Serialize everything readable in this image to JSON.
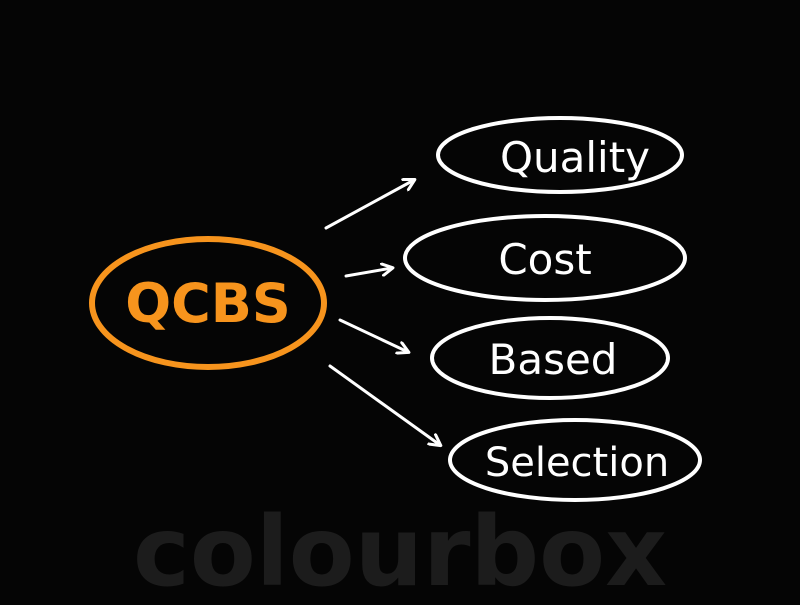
{
  "center": {
    "label": "QCBS",
    "color": "#f7941d"
  },
  "terms": [
    {
      "label": "Quality"
    },
    {
      "label": "Cost"
    },
    {
      "label": "Based"
    },
    {
      "label": "Selection"
    }
  ],
  "watermark": "colourbox",
  "colors": {
    "background": "#050505",
    "terms": "#ffffff",
    "accent": "#f7941d"
  }
}
